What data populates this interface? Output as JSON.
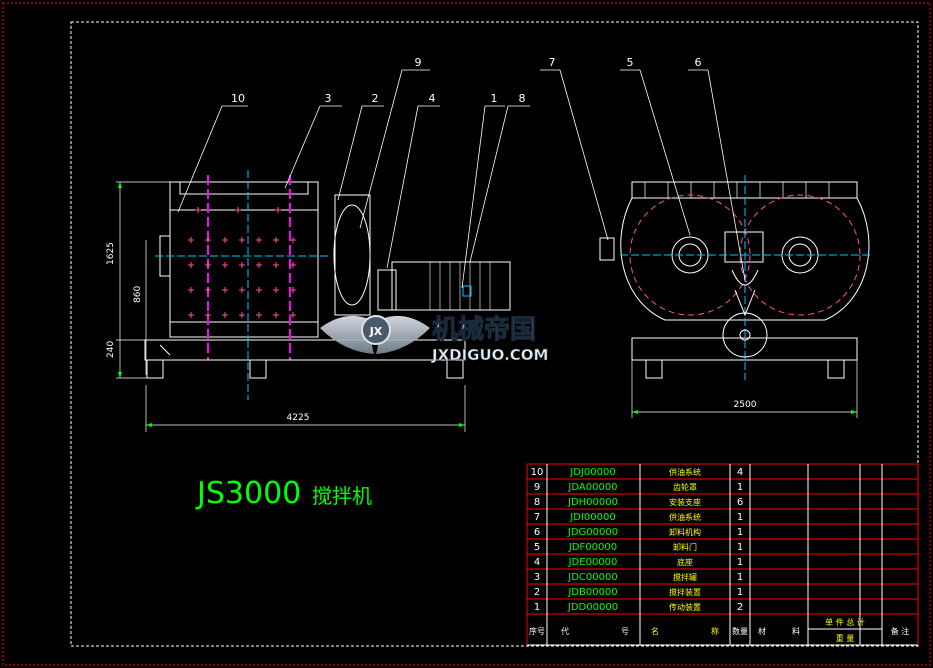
{
  "drawing_title": {
    "code": "JS3000",
    "name": "搅拌机"
  },
  "callouts": [
    "10",
    "3",
    "2",
    "9",
    "4",
    "1",
    "8",
    "7",
    "5",
    "6"
  ],
  "dimensions": {
    "overall_height": "1625",
    "mid_height": "860",
    "base_height": "240",
    "overall_length": "4225",
    "overall_width": "2500"
  },
  "watermark": {
    "text": "机械帝国",
    "url": "JXDIGUO.COM",
    "logo": "JX"
  },
  "parts_list": [
    {
      "no": "10",
      "code": "JDJ00000",
      "name": "供油系统",
      "qty": "4"
    },
    {
      "no": "9",
      "code": "JDA00000",
      "name": "齿轮罩",
      "qty": "1"
    },
    {
      "no": "8",
      "code": "JDH00000",
      "name": "安装支座",
      "qty": "6"
    },
    {
      "no": "7",
      "code": "JDI00000",
      "name": "供油系统",
      "qty": "1"
    },
    {
      "no": "6",
      "code": "JDG00000",
      "name": "卸料机构",
      "qty": "1"
    },
    {
      "no": "5",
      "code": "JDF00000",
      "name": "卸料门",
      "qty": "1"
    },
    {
      "no": "4",
      "code": "JDE00000",
      "name": "底座",
      "qty": "1"
    },
    {
      "no": "3",
      "code": "JDC00000",
      "name": "搅拌罐",
      "qty": "1"
    },
    {
      "no": "2",
      "code": "JDB00000",
      "name": "搅拌装置",
      "qty": "1"
    },
    {
      "no": "1",
      "code": "JDD00000",
      "name": "传动装置",
      "qty": "2"
    }
  ],
  "table_header": {
    "no": "序号",
    "code_1": "代",
    "code_2": "号",
    "name_1": "名",
    "name_2": "称",
    "qty": "数量",
    "material_1": "材",
    "material_2": "料",
    "single_total": "单 件 总 计",
    "weight": "重 量",
    "note": "备 注"
  },
  "colors": {
    "background": "#000000",
    "frame": "#ffffff",
    "machine": "#ffffff",
    "magenta": "#ff00ff",
    "cyan": "#00c8ff",
    "red": "#ff0000",
    "green": "#00ff00",
    "yellow": "#ffff00"
  }
}
